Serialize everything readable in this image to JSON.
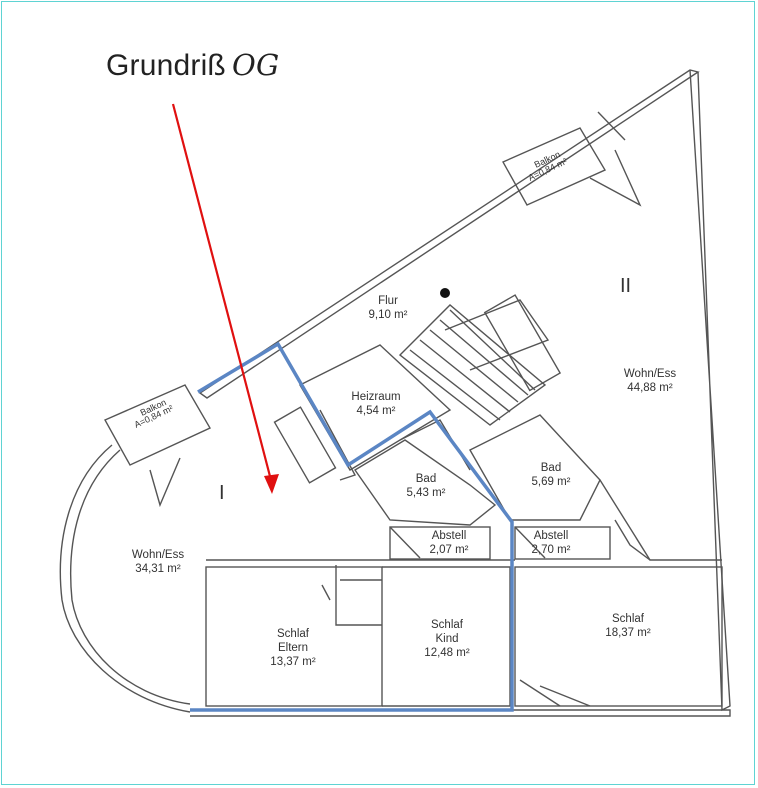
{
  "title": {
    "main": "Grundriß",
    "suffix": "OG"
  },
  "units": {
    "left": "I",
    "right": "II"
  },
  "rooms": {
    "flur": {
      "name": "Flur",
      "area": "9,10 m²"
    },
    "heizraum": {
      "name": "Heizraum",
      "area": "4,54 m²"
    },
    "bad_left": {
      "name": "Bad",
      "area": "5,43 m²"
    },
    "bad_right": {
      "name": "Bad",
      "area": "5,69 m²"
    },
    "abstell_left": {
      "name": "Abstell",
      "area": "2,07 m²"
    },
    "abstell_right": {
      "name": "Abstell",
      "area": "2,70 m²"
    },
    "wohn_left": {
      "name": "Wohn/Ess",
      "area": "34,31 m²"
    },
    "wohn_right": {
      "name": "Wohn/Ess",
      "area": "44,88 m²"
    },
    "schlaf_eltern": {
      "name": "Schlaf",
      "name2": "Eltern",
      "area": "13,37 m²"
    },
    "schlaf_kind": {
      "name": "Schlaf",
      "name2": "Kind",
      "area": "12,48 m²"
    },
    "schlaf_right": {
      "name": "Schlaf",
      "area": "18,37 m²"
    }
  },
  "balconies": {
    "left": {
      "name": "Balkon",
      "area": "A=0,84 m²"
    },
    "top": {
      "name": "Balkon",
      "area": "A=0,84 m²"
    }
  },
  "colors": {
    "arrow": "#e01010",
    "boundary": "#5b86c4",
    "frame": "#5fd3d3",
    "walls": "#555555"
  }
}
